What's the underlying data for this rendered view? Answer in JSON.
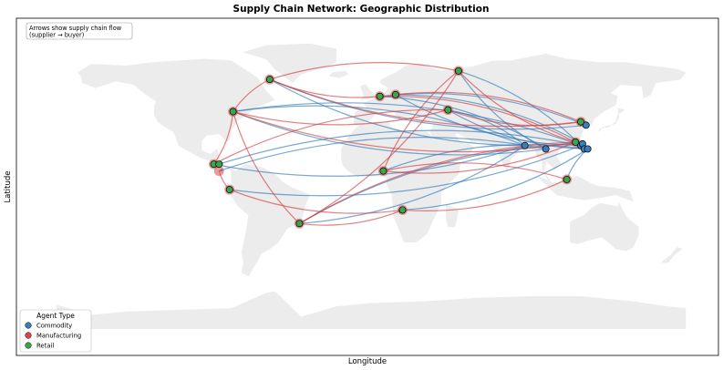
{
  "chart_data": {
    "type": "scatter",
    "title": "Supply Chain Network: Geographic Distribution",
    "xlabel": "Longitude",
    "ylabel": "Latitude",
    "xlim": [
      -180,
      180
    ],
    "ylim": [
      -90,
      90
    ],
    "grid": false,
    "legend_placement": "lower-left",
    "legend_title": "Agent Type",
    "annotation": [
      "Arrows show supply chain flow",
      "(supplier → buyer)"
    ],
    "colors": {
      "Commodity": "#3b7ec0",
      "Manufacturing": "#d8484b",
      "Retail": "#3aa64a",
      "flow_from_commodity": "#2f7ab9",
      "flow_from_manufacturing": "#d63c3e",
      "land": "#ececec",
      "frame": "#000000"
    },
    "series": [
      {
        "name": "Commodity",
        "points": [
          [
            88,
            23
          ],
          [
            100,
            21
          ],
          [
            120,
            23
          ],
          [
            121,
            24
          ],
          [
            122,
            21
          ],
          [
            124,
            21
          ],
          [
            123,
            35
          ]
        ]
      },
      {
        "name": "Manufacturing",
        "points": [
          [
            -79,
            43
          ],
          [
            -58,
            62
          ],
          [
            5,
            52
          ],
          [
            14,
            53
          ],
          [
            50,
            67
          ],
          [
            44,
            44
          ],
          [
            -90,
            12
          ],
          [
            -87,
            8
          ],
          [
            -81,
            -3
          ],
          [
            -41,
            -23
          ],
          [
            7,
            8
          ],
          [
            18,
            -15
          ],
          [
            117,
            25
          ],
          [
            120,
            37
          ],
          [
            112,
            3
          ]
        ]
      },
      {
        "name": "Retail",
        "points": [
          [
            -79,
            43
          ],
          [
            -58,
            62
          ],
          [
            5,
            52
          ],
          [
            14,
            53
          ],
          [
            50,
            67
          ],
          [
            44,
            44
          ],
          [
            -90,
            12
          ],
          [
            -87,
            12
          ],
          [
            -81,
            -3
          ],
          [
            -41,
            -23
          ],
          [
            7,
            8
          ],
          [
            18,
            -15
          ],
          [
            117,
            25
          ],
          [
            120,
            37
          ],
          [
            112,
            3
          ]
        ]
      }
    ],
    "flows": [
      {
        "from": [
          88,
          23
        ],
        "to": [
          -79,
          43
        ],
        "source": "Commodity"
      },
      {
        "from": [
          100,
          21
        ],
        "to": [
          -79,
          43
        ],
        "source": "Commodity"
      },
      {
        "from": [
          120,
          23
        ],
        "to": [
          -79,
          43
        ],
        "source": "Commodity"
      },
      {
        "from": [
          88,
          23
        ],
        "to": [
          -58,
          62
        ],
        "source": "Commodity"
      },
      {
        "from": [
          100,
          21
        ],
        "to": [
          5,
          52
        ],
        "source": "Commodity"
      },
      {
        "from": [
          120,
          23
        ],
        "to": [
          14,
          53
        ],
        "source": "Commodity"
      },
      {
        "from": [
          122,
          21
        ],
        "to": [
          50,
          67
        ],
        "source": "Commodity"
      },
      {
        "from": [
          124,
          21
        ],
        "to": [
          44,
          44
        ],
        "source": "Commodity"
      },
      {
        "from": [
          123,
          35
        ],
        "to": [
          5,
          52
        ],
        "source": "Commodity"
      },
      {
        "from": [
          88,
          23
        ],
        "to": [
          -90,
          12
        ],
        "source": "Commodity"
      },
      {
        "from": [
          100,
          21
        ],
        "to": [
          -87,
          8
        ],
        "source": "Commodity"
      },
      {
        "from": [
          120,
          23
        ],
        "to": [
          -81,
          -3
        ],
        "source": "Commodity"
      },
      {
        "from": [
          121,
          24
        ],
        "to": [
          -41,
          -23
        ],
        "source": "Commodity"
      },
      {
        "from": [
          88,
          23
        ],
        "to": [
          -41,
          -23
        ],
        "source": "Commodity"
      },
      {
        "from": [
          122,
          21
        ],
        "to": [
          7,
          8
        ],
        "source": "Commodity"
      },
      {
        "from": [
          124,
          21
        ],
        "to": [
          18,
          -15
        ],
        "source": "Commodity"
      },
      {
        "from": [
          88,
          23
        ],
        "to": [
          44,
          44
        ],
        "source": "Commodity"
      },
      {
        "from": [
          100,
          21
        ],
        "to": [
          50,
          67
        ],
        "source": "Commodity"
      },
      {
        "from": [
          121,
          24
        ],
        "to": [
          14,
          53
        ],
        "source": "Commodity"
      },
      {
        "from": [
          123,
          35
        ],
        "to": [
          -58,
          62
        ],
        "source": "Commodity"
      },
      {
        "from": [
          120,
          23
        ],
        "to": [
          -87,
          12
        ],
        "source": "Commodity"
      },
      {
        "from": [
          122,
          21
        ],
        "to": [
          117,
          25
        ],
        "source": "Commodity"
      },
      {
        "from": [
          124,
          21
        ],
        "to": [
          112,
          3
        ],
        "source": "Commodity"
      },
      {
        "from": [
          -79,
          43
        ],
        "to": [
          -58,
          62
        ],
        "source": "Manufacturing"
      },
      {
        "from": [
          -79,
          43
        ],
        "to": [
          -41,
          -23
        ],
        "source": "Manufacturing"
      },
      {
        "from": [
          -79,
          43
        ],
        "to": [
          -90,
          12
        ],
        "source": "Manufacturing"
      },
      {
        "from": [
          -58,
          62
        ],
        "to": [
          5,
          52
        ],
        "source": "Manufacturing"
      },
      {
        "from": [
          -58,
          62
        ],
        "to": [
          50,
          67
        ],
        "source": "Manufacturing"
      },
      {
        "from": [
          5,
          52
        ],
        "to": [
          14,
          53
        ],
        "source": "Manufacturing"
      },
      {
        "from": [
          14,
          53
        ],
        "to": [
          120,
          37
        ],
        "source": "Manufacturing"
      },
      {
        "from": [
          50,
          67
        ],
        "to": [
          117,
          25
        ],
        "source": "Manufacturing"
      },
      {
        "from": [
          50,
          67
        ],
        "to": [
          -41,
          -23
        ],
        "source": "Manufacturing"
      },
      {
        "from": [
          44,
          44
        ],
        "to": [
          120,
          37
        ],
        "source": "Manufacturing"
      },
      {
        "from": [
          44,
          44
        ],
        "to": [
          -79,
          43
        ],
        "source": "Manufacturing"
      },
      {
        "from": [
          -41,
          -23
        ],
        "to": [
          18,
          -15
        ],
        "source": "Manufacturing"
      },
      {
        "from": [
          -41,
          -23
        ],
        "to": [
          117,
          25
        ],
        "source": "Manufacturing"
      },
      {
        "from": [
          18,
          -15
        ],
        "to": [
          112,
          3
        ],
        "source": "Manufacturing"
      },
      {
        "from": [
          7,
          8
        ],
        "to": [
          50,
          67
        ],
        "source": "Manufacturing"
      },
      {
        "from": [
          7,
          8
        ],
        "to": [
          117,
          25
        ],
        "source": "Manufacturing"
      },
      {
        "from": [
          -90,
          12
        ],
        "to": [
          44,
          44
        ],
        "source": "Manufacturing"
      },
      {
        "from": [
          -87,
          8
        ],
        "to": [
          -81,
          -3
        ],
        "source": "Manufacturing"
      },
      {
        "from": [
          117,
          25
        ],
        "to": [
          -79,
          43
        ],
        "source": "Manufacturing"
      },
      {
        "from": [
          112,
          3
        ],
        "to": [
          7,
          8
        ],
        "source": "Manufacturing"
      },
      {
        "from": [
          120,
          37
        ],
        "to": [
          -58,
          62
        ],
        "source": "Manufacturing"
      },
      {
        "from": [
          -81,
          -3
        ],
        "to": [
          18,
          -15
        ],
        "source": "Manufacturing"
      },
      {
        "from": [
          5,
          52
        ],
        "to": [
          117,
          25
        ],
        "source": "Manufacturing"
      }
    ]
  }
}
